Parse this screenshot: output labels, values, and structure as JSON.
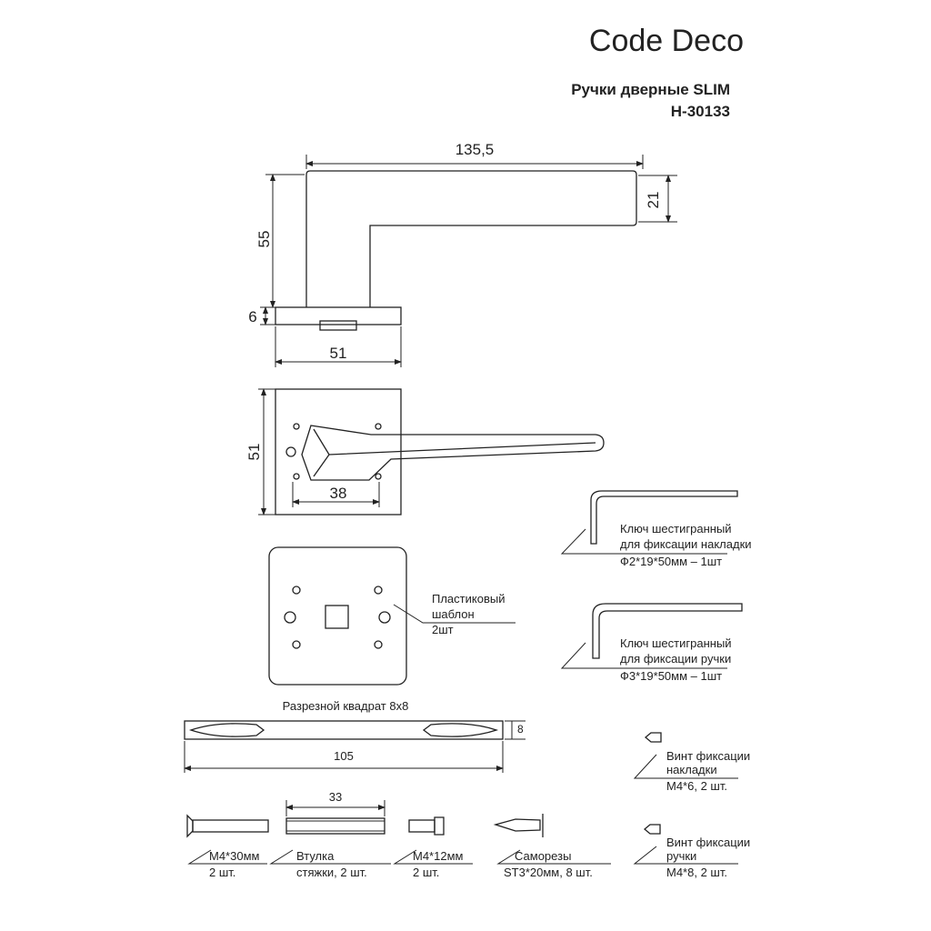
{
  "brand": "Code Deco",
  "title": "Ручки дверные SLIM",
  "model": "H-30133",
  "side_view": {
    "length": "135,5",
    "lever_height": "21",
    "height": "55",
    "rose_thickness": "6",
    "rose_width": "51"
  },
  "front_view": {
    "rose_height": "51",
    "hole_spacing": "38"
  },
  "template": {
    "line1": "Пластиковый",
    "line2": "шаблон",
    "line3": "2шт"
  },
  "key_small": {
    "line1": "Ключ шестигранный",
    "line2": "для фиксации накладки",
    "line3": "Ф2*19*50мм – 1шт"
  },
  "key_large": {
    "line1": "Ключ шестигранный",
    "line2": "для фиксации ручки",
    "line3": "Ф3*19*50мм – 1шт"
  },
  "spindle": {
    "label": "Разрезной квадрат 8х8",
    "thickness": "8",
    "length": "105"
  },
  "screw_rose": {
    "line1": "Винт фиксации",
    "line2": "накладки",
    "line3": "М4*6, 2 шт."
  },
  "screw_handle": {
    "line1": "Винт фиксации",
    "line2": "ручки",
    "line3": "М4*8, 2 шт."
  },
  "bolt_30": {
    "line1": "М4*30мм",
    "line2": "2 шт."
  },
  "sleeve": {
    "length": "33",
    "line1": "Втулка",
    "line2": "стяжки, 2 шт."
  },
  "bolt_12": {
    "line1": "М4*12мм",
    "line2": "2 шт."
  },
  "self_tapping": {
    "line1": "Саморезы",
    "line2": "ST3*20мм, 8 шт."
  }
}
